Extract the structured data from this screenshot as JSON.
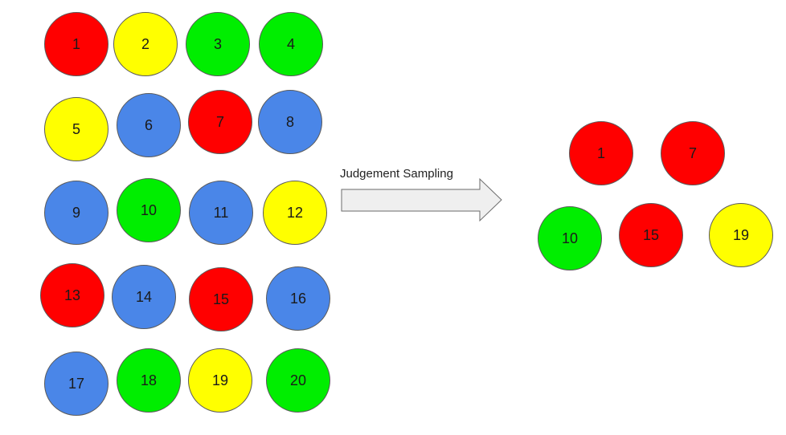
{
  "colors": {
    "red": "#ff0000",
    "yellow": "#ffff00",
    "green": "#00ee00",
    "blue": "#4a86e8",
    "arrow_fill": "#efefef",
    "arrow_stroke": "#6b6b6b"
  },
  "population": [
    {
      "label": "1",
      "color": "red"
    },
    {
      "label": "2",
      "color": "yellow"
    },
    {
      "label": "3",
      "color": "green"
    },
    {
      "label": "4",
      "color": "green"
    },
    {
      "label": "5",
      "color": "yellow"
    },
    {
      "label": "6",
      "color": "blue"
    },
    {
      "label": "7",
      "color": "red"
    },
    {
      "label": "8",
      "color": "blue"
    },
    {
      "label": "9",
      "color": "blue"
    },
    {
      "label": "10",
      "color": "green"
    },
    {
      "label": "11",
      "color": "blue"
    },
    {
      "label": "12",
      "color": "yellow"
    },
    {
      "label": "13",
      "color": "red"
    },
    {
      "label": "14",
      "color": "blue"
    },
    {
      "label": "15",
      "color": "red"
    },
    {
      "label": "16",
      "color": "blue"
    },
    {
      "label": "17",
      "color": "blue"
    },
    {
      "label": "18",
      "color": "green"
    },
    {
      "label": "19",
      "color": "yellow"
    },
    {
      "label": "20",
      "color": "green"
    }
  ],
  "arrow_label": "Judgement Sampling",
  "sample": [
    {
      "label": "1",
      "color": "red"
    },
    {
      "label": "7",
      "color": "red"
    },
    {
      "label": "10",
      "color": "green"
    },
    {
      "label": "15",
      "color": "red"
    },
    {
      "label": "19",
      "color": "yellow"
    }
  ]
}
